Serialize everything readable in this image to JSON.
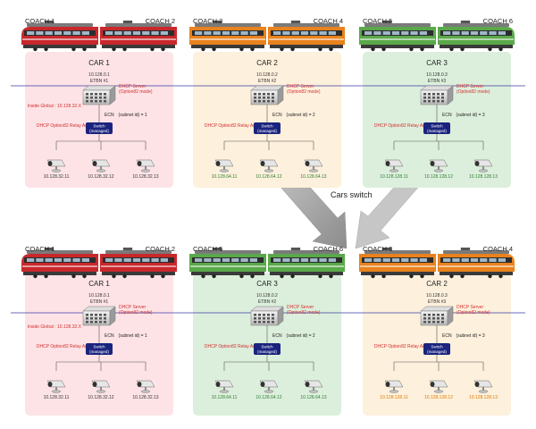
{
  "colors": {
    "pink_panel": "#fde3e6",
    "beige_panel": "#fdf0dc",
    "green_panel": "#dcefdc",
    "red_train": "#c8282c",
    "orange_train": "#e8821e",
    "green_train": "#5aa84a",
    "switch_fill": "#1a237e",
    "red_text": "#d32f2f",
    "green_text": "#2e7d32",
    "orange_text": "#e07b00",
    "arrow": "#a8a8a8",
    "backbone": "#3a3aa8"
  },
  "common": {
    "switch_line1": "Switch",
    "switch_line2": "(managed)",
    "dhcp_server_line1": "DHCP Server",
    "dhcp_server_line2": "(Option82 mode)",
    "relay_agent": "DHCP Option82 Relay Agent"
  },
  "middle_label": "Cars switch",
  "top": {
    "coaches": [
      "COACH 1",
      "COACH 2",
      "COACH 3",
      "COACH 4",
      "COACH 5",
      "COACH 6"
    ],
    "cars": [
      {
        "title": "CAR 1",
        "ip": "10.128.0.1",
        "etbn": "ETBN #1",
        "inside_global": "Inside Global : 10.128.32.X",
        "ecn": "ECN　(subnet id) = 1",
        "devices": [
          "10.128.32.11",
          "10.128.32.12",
          "10.128.32.13"
        ]
      },
      {
        "title": "CAR 2",
        "ip": "10.128.0.2",
        "etbn": "ETBN #2",
        "inside_global": "",
        "ecn": "ECN　(subnet id) = 2",
        "devices": [
          "10.128.64.11",
          "10.128.64.12",
          "10.128.64.13"
        ]
      },
      {
        "title": "CAR 3",
        "ip": "10.128.0.3",
        "etbn": "ETBN #3",
        "inside_global": "",
        "ecn": "ECN　(subnet id) = 3",
        "devices": [
          "10.128.128.11",
          "10.128.128.12",
          "10.128.128.13"
        ]
      }
    ]
  },
  "bottom": {
    "coaches": [
      "COACH 1",
      "COACH 2",
      "COACH 5",
      "COACH 6",
      "COACH 3",
      "COACH 4"
    ],
    "cars": [
      {
        "title": "CAR 1",
        "ip": "10.128.0.1",
        "etbn": "ETBN #1",
        "inside_global": "Inside Global : 10.128.32.X",
        "ecn": "ECN　(subnet id) = 1",
        "devices": [
          "10.128.32.11",
          "10.128.32.12",
          "10.128.32.13"
        ]
      },
      {
        "title": "CAR 3",
        "ip": "10.128.0.2",
        "etbn": "ETBN #2",
        "inside_global": "",
        "ecn": "ECN　(subnet id) = 2",
        "devices": [
          "10.128.64.11",
          "10.128.64.12",
          "10.128.64.13"
        ]
      },
      {
        "title": "CAR 2",
        "ip": "10.128.0.3",
        "etbn": "ETBN #3",
        "inside_global": "",
        "ecn": "ECN　(subnet id) = 3",
        "devices": [
          "10.128.128.11",
          "10.128.128.12",
          "10.128.128.13"
        ]
      }
    ]
  }
}
